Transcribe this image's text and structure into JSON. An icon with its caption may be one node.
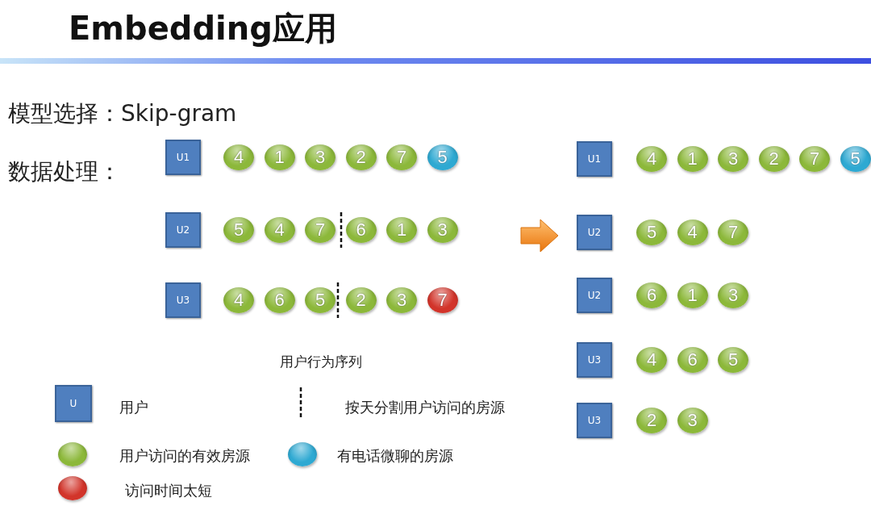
{
  "diagram": {
    "title": "Embedding应用",
    "nodes": [
      {
        "text": [
          "U1"
        ]
      },
      {
        "text": [
          "4"
        ]
      },
      {
        "text": [
          "1"
        ]
      },
      {
        "text": [
          "3"
        ]
      },
      {
        "text": [
          "2"
        ]
      },
      {
        "text": [
          "7"
        ]
      },
      {
        "text": [
          "5"
        ]
      },
      {
        "text": [
          "U2"
        ]
      },
      {
        "text": [
          "5"
        ]
      },
      {
        "text": [
          "4"
        ]
      },
      {
        "text": [
          "7"
        ]
      },
      {
        "text": [
          "6"
        ]
      },
      {
        "text": [
          "1"
        ]
      },
      {
        "text": [
          "3"
        ]
      },
      {
        "text": [
          "U3"
        ]
      },
      {
        "text": [
          "4"
        ]
      },
      {
        "text": [
          "6"
        ]
      },
      {
        "text": [
          "5"
        ]
      },
      {
        "text": [
          "2"
        ]
      },
      {
        "text": [
          "3"
        ]
      },
      {
        "text": [
          "7"
        ]
      },
      {
        "text": [
          "U1"
        ]
      },
      {
        "text": [
          "4"
        ]
      },
      {
        "text": [
          "1"
        ]
      },
      {
        "text": [
          "3"
        ]
      },
      {
        "text": [
          "2"
        ]
      },
      {
        "text": [
          "7"
        ]
      },
      {
        "text": [
          "5"
        ]
      },
      {
        "text": [
          "U2"
        ]
      },
      {
        "text": [
          "5"
        ]
      },
      {
        "text": [
          "4"
        ]
      },
      {
        "text": [
          "7"
        ]
      },
      {
        "text": [
          "U2"
        ]
      },
      {
        "text": [
          "6"
        ]
      },
      {
        "text": [
          "1"
        ]
      },
      {
        "text": [
          "3"
        ]
      },
      {
        "text": [
          "U3"
        ]
      },
      {
        "text": [
          "4"
        ]
      },
      {
        "text": [
          "6"
        ]
      },
      {
        "text": [
          "5"
        ]
      },
      {
        "text": [
          "U3"
        ]
      },
      {
        "text": [
          "2"
        ]
      },
      {
        "text": [
          "3"
        ]
      }
    ],
    "labels": [
      "模型选择：Skip-gram",
      "数据处理：",
      "用户行为序列",
      "U"
    ],
    "legend": [
      {
        "text": "用户"
      },
      {
        "text": "按天分割用户访问的房源"
      },
      {
        "text": "用户访问的有效房源",
        "color": "#8cb83a"
      },
      {
        "text": "有电话微聊的房源",
        "color": "#2ea9d2"
      },
      {
        "text": "访问时间太短",
        "color": "#d2342a"
      }
    ]
  }
}
